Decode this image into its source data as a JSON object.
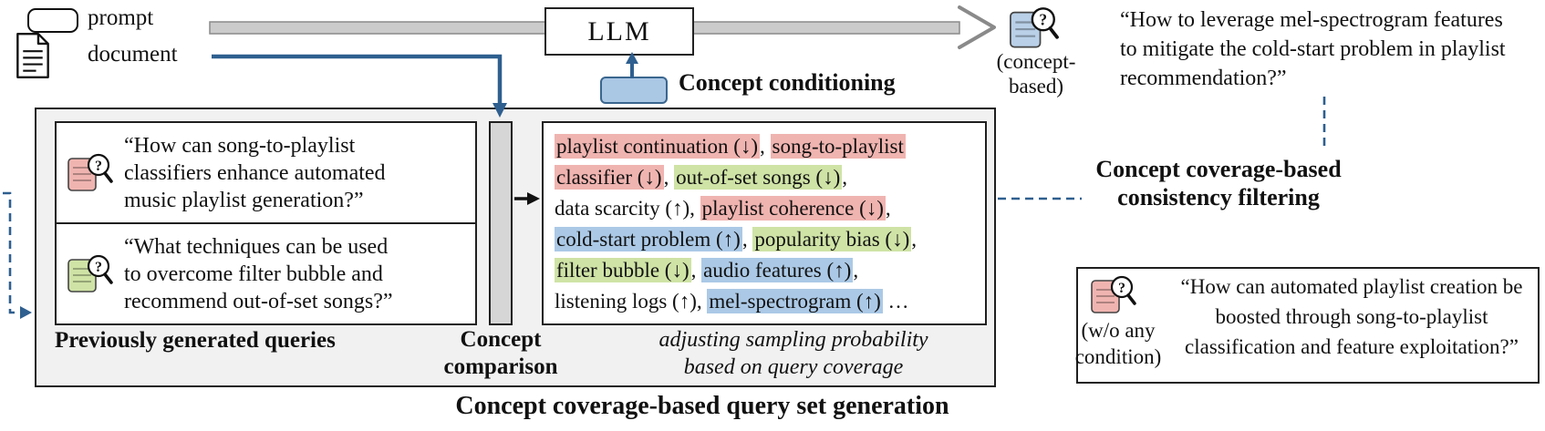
{
  "legend": {
    "prompt": "prompt",
    "document": "document"
  },
  "llm_label": "LLM",
  "concept_conditioning_label": "Concept conditioning",
  "concept_based_caption": [
    "(concept-",
    "based)"
  ],
  "top_right_query": [
    "“How to leverage mel-spectrogram features",
    "to mitigate the cold-start problem in playlist",
    "recommendation?”"
  ],
  "consistency_filtering_label": [
    "Concept coverage-based",
    "consistency filtering"
  ],
  "generation_box": {
    "queries": [
      {
        "lines": [
          "“How can song-to-playlist",
          "classifiers enhance automated",
          "music playlist generation?”"
        ],
        "icon_color": "red"
      },
      {
        "lines": [
          "“What techniques can be used",
          "to overcome filter bubble and",
          "recommend out-of-set songs?”"
        ],
        "icon_color": "green"
      }
    ],
    "previously_generated_label": "Previously generated queries",
    "concept_comparison_label": [
      "Concept",
      "comparison"
    ],
    "sampling_note": [
      "adjusting sampling probability",
      "based on query coverage"
    ],
    "caption": "Concept coverage-based query set generation"
  },
  "concepts": {
    "lines": [
      {
        "segments": [
          {
            "text": "playlist continuation (↓)",
            "hl": "red"
          },
          {
            "text": ", ",
            "hl": null
          },
          {
            "text": "song-to-playlist",
            "hl": "red"
          }
        ]
      },
      {
        "segments": [
          {
            "text": "classifier (↓)",
            "hl": "red"
          },
          {
            "text": ", ",
            "hl": null
          },
          {
            "text": "out-of-set songs (↓)",
            "hl": "green"
          },
          {
            "text": ",",
            "hl": null
          }
        ]
      },
      {
        "segments": [
          {
            "text": "data scarcity (↑), ",
            "hl": null
          },
          {
            "text": "playlist coherence (↓)",
            "hl": "red"
          },
          {
            "text": ",",
            "hl": null
          }
        ]
      },
      {
        "segments": [
          {
            "text": "cold-start problem (↑)",
            "hl": "blue"
          },
          {
            "text": ", ",
            "hl": null
          },
          {
            "text": "popularity bias (↓)",
            "hl": "green"
          },
          {
            "text": ",",
            "hl": null
          }
        ]
      },
      {
        "segments": [
          {
            "text": "filter bubble (↓)",
            "hl": "green"
          },
          {
            "text": ", ",
            "hl": null
          },
          {
            "text": "audio features (↑)",
            "hl": "blue"
          },
          {
            "text": ",",
            "hl": null
          }
        ]
      },
      {
        "segments": [
          {
            "text": "listening logs (↑), ",
            "hl": null
          },
          {
            "text": "mel-spectrogram (↑)",
            "hl": "blue"
          },
          {
            "text": " …",
            "hl": null
          }
        ]
      }
    ]
  },
  "wo_condition_box": {
    "caption": [
      "(w/o any",
      "condition)"
    ],
    "query": [
      "“How can automated playlist creation be",
      "boosted through song-to-playlist",
      "classification and feature exploitation?”"
    ]
  },
  "colors": {
    "highlight_red": "#f0b4b0",
    "highlight_green": "#cfe3a6",
    "highlight_blue": "#abc9e6",
    "arrow_blue": "#2e5f8f",
    "arrow_gray": "#8a8a8a",
    "conditioning_chip_fill": "#aac7e4",
    "main_box_fill": "#f1f1f1",
    "compare_bar_fill": "#d6d6d6"
  }
}
